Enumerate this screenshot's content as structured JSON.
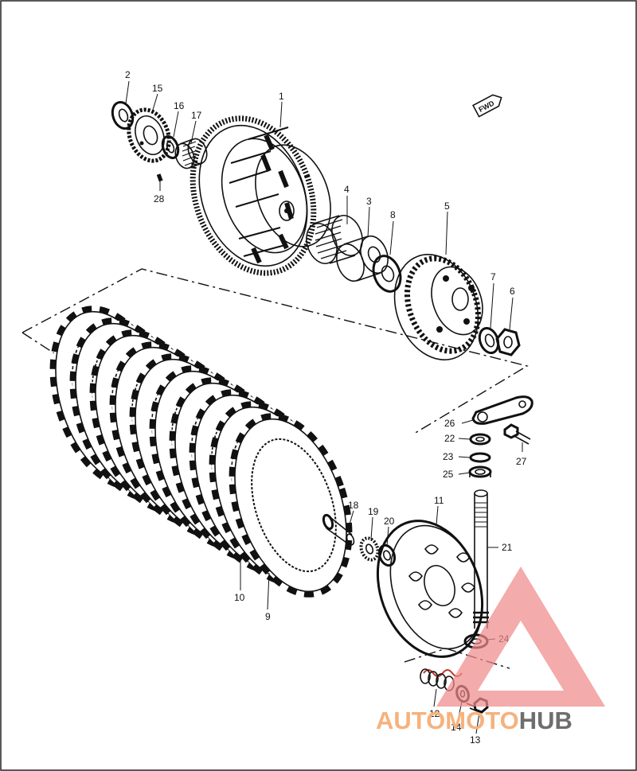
{
  "diagram": {
    "direction_badge": "FWD",
    "parts": [
      {
        "id": "p1",
        "number": "1"
      },
      {
        "id": "p2",
        "number": "2"
      },
      {
        "id": "p3",
        "number": "3"
      },
      {
        "id": "p4",
        "number": "4"
      },
      {
        "id": "p5",
        "number": "5"
      },
      {
        "id": "p6",
        "number": "6"
      },
      {
        "id": "p7",
        "number": "7"
      },
      {
        "id": "p8",
        "number": "8"
      },
      {
        "id": "p9",
        "number": "9"
      },
      {
        "id": "p10",
        "number": "10"
      },
      {
        "id": "p11",
        "number": "11"
      },
      {
        "id": "p12",
        "number": "12"
      },
      {
        "id": "p13",
        "number": "13"
      },
      {
        "id": "p14",
        "number": "14"
      },
      {
        "id": "p15",
        "number": "15"
      },
      {
        "id": "p16",
        "number": "16"
      },
      {
        "id": "p17",
        "number": "17"
      },
      {
        "id": "p18",
        "number": "18"
      },
      {
        "id": "p19",
        "number": "19"
      },
      {
        "id": "p20",
        "number": "20"
      },
      {
        "id": "p21",
        "number": "21"
      },
      {
        "id": "p22",
        "number": "22"
      },
      {
        "id": "p23",
        "number": "23"
      },
      {
        "id": "p24",
        "number": "24"
      },
      {
        "id": "p25",
        "number": "25"
      },
      {
        "id": "p26",
        "number": "26"
      },
      {
        "id": "p27",
        "number": "27"
      },
      {
        "id": "p28",
        "number": "28"
      }
    ]
  },
  "watermark": {
    "text_accent": "AUTOMOTO",
    "text_dark": "HUB",
    "accent_color": "#f6b27c",
    "dark_color": "#6e6e6e",
    "triangle_color": "#f08a8a"
  }
}
